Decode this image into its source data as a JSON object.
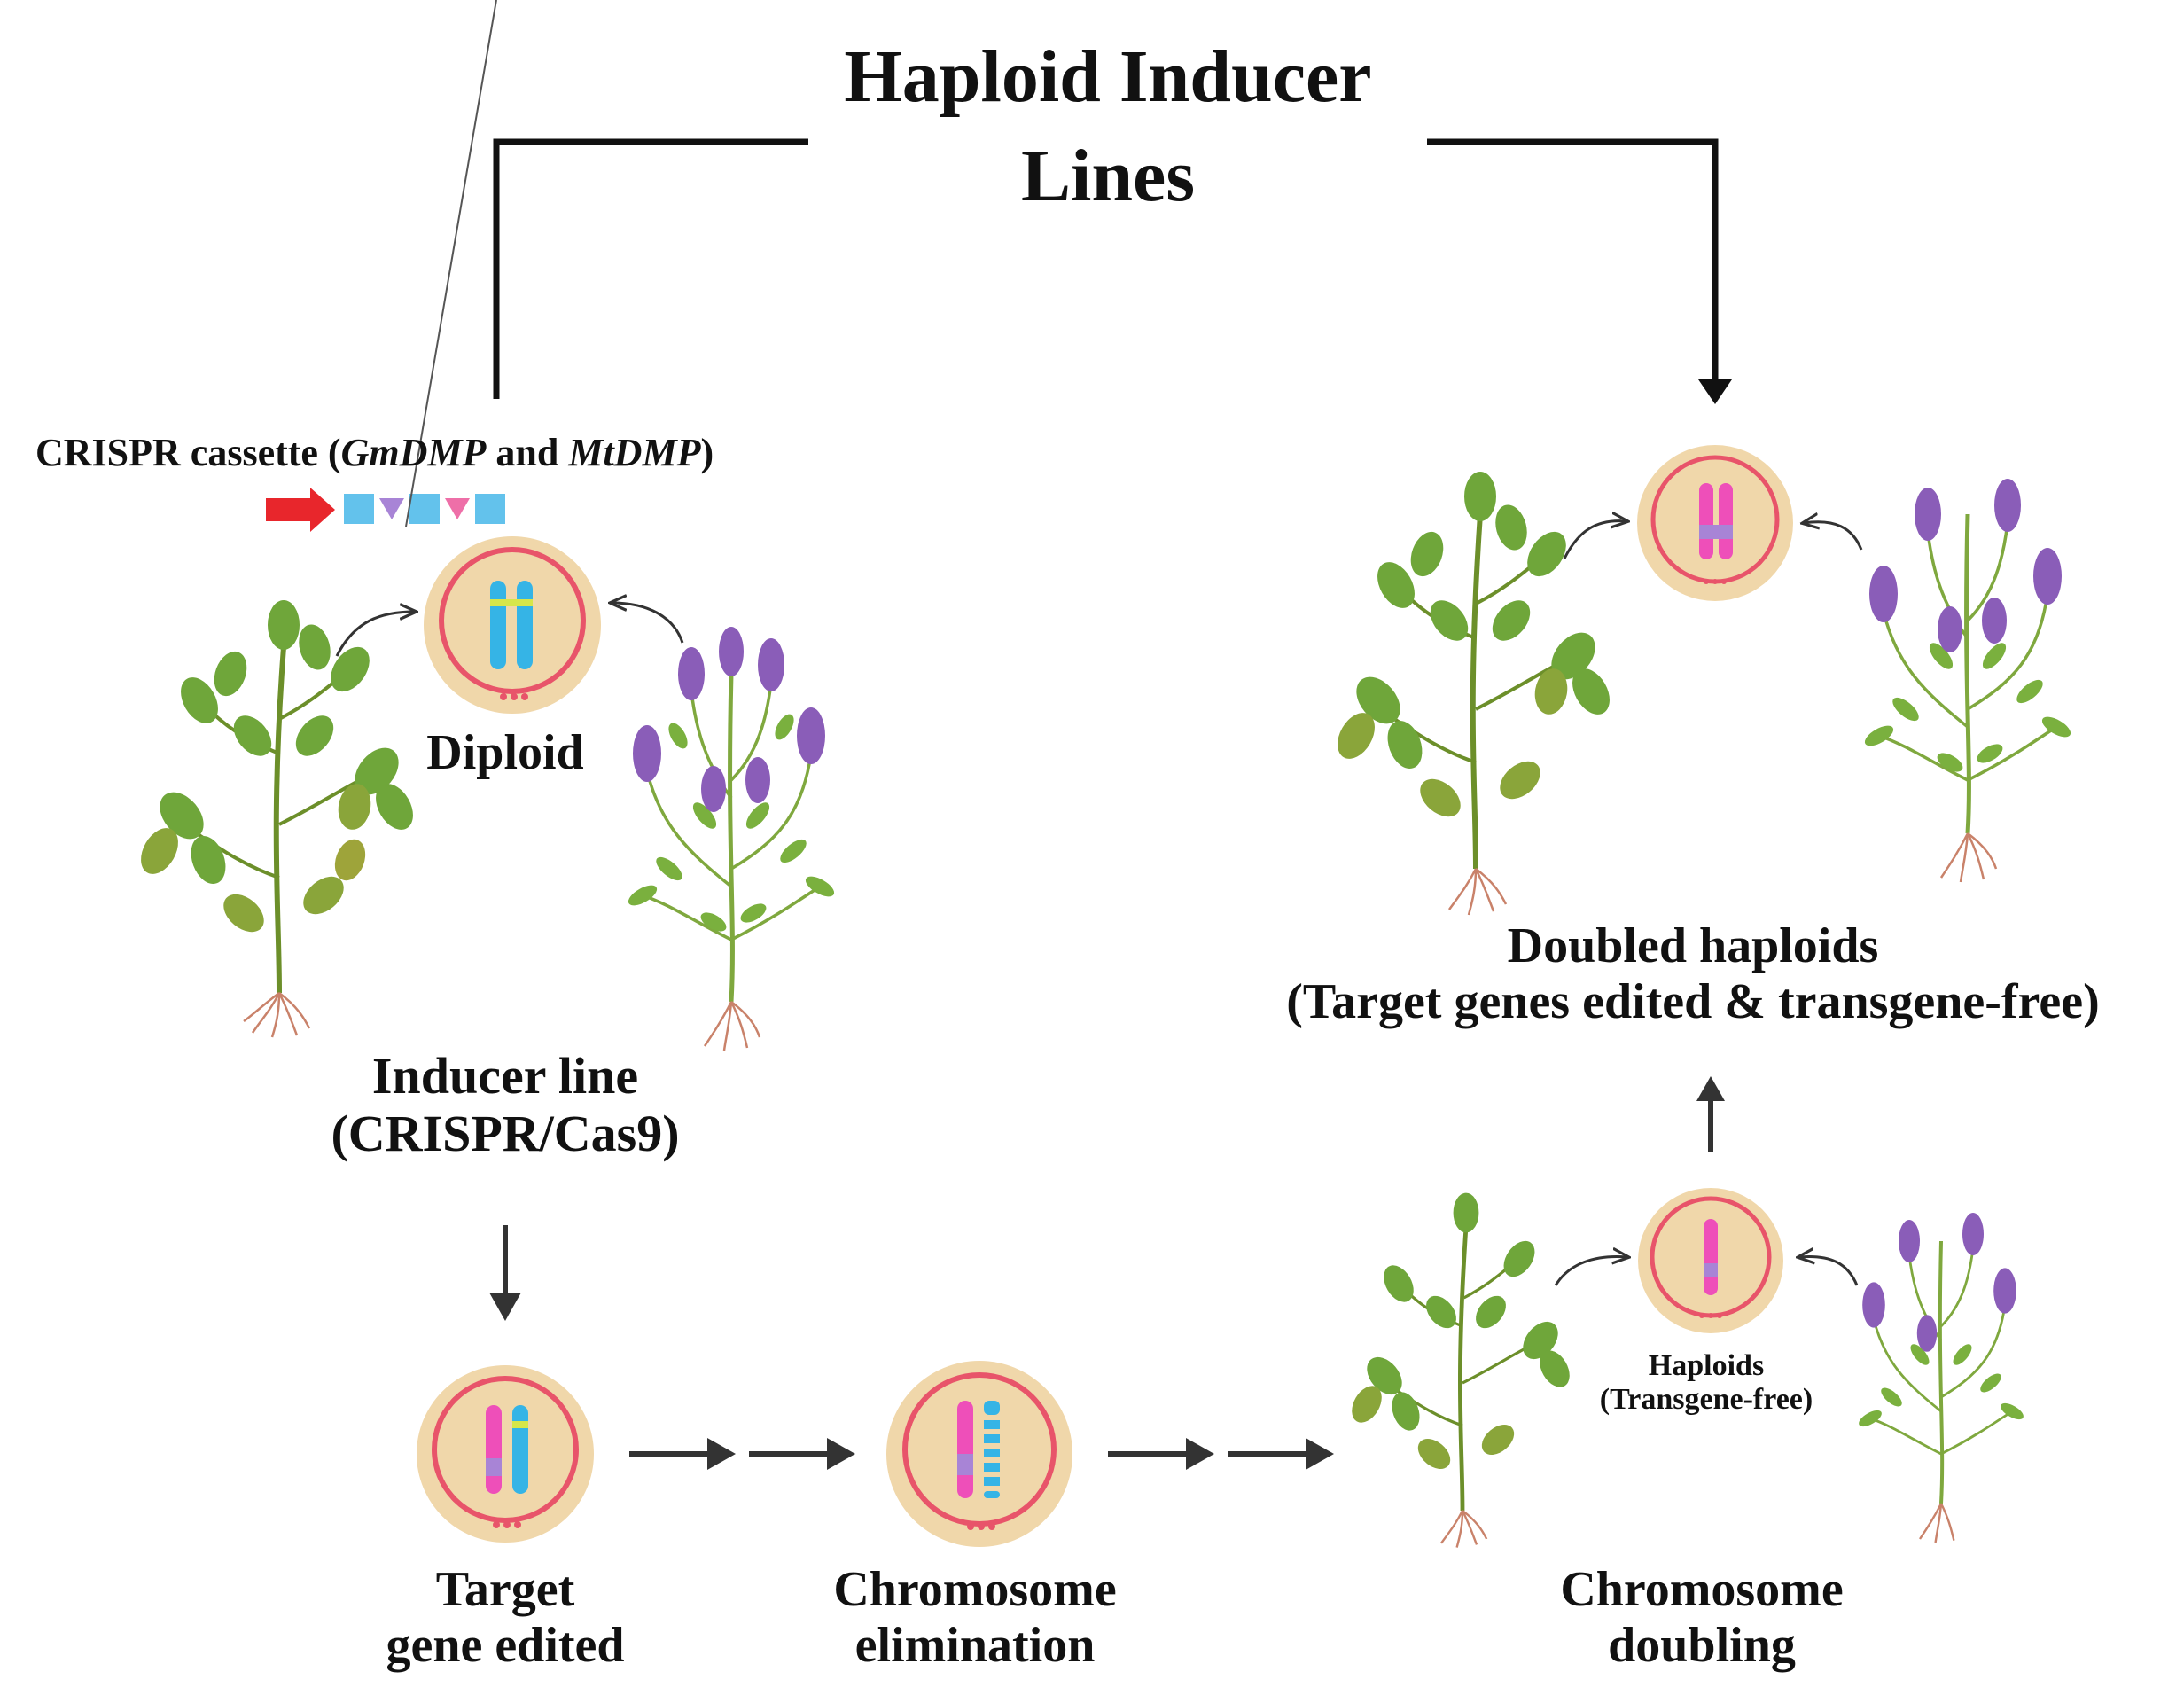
{
  "title": {
    "line1": "Haploid Inducer",
    "line2": "Lines"
  },
  "crispr_cassette": {
    "prefix": "CRISPR cassette (",
    "gene1": "GmDMP",
    "middle": " and ",
    "gene2": "MtDMP",
    "suffix": ")"
  },
  "diploid": "Diploid",
  "inducer_line": {
    "line1": "Inducer line",
    "line2": "(CRISPR/Cas9)"
  },
  "doubled_haploids": {
    "line1": "Doubled haploids",
    "line2": "(Target genes edited & transgene-free)"
  },
  "haploids": {
    "line1": "Haploids",
    "line2": "(Transgene-free)"
  },
  "steps": {
    "target_gene": {
      "line1": "Target",
      "line2": "gene edited"
    },
    "chromosome_elimination": {
      "line1": "Chromosome",
      "line2": "elimination"
    },
    "chromosome_doubling": {
      "line1": "Chromosome",
      "line2": "doubling"
    }
  },
  "colors": {
    "cell_fill": "#f0d7aa",
    "cell_ring": "#e8546a",
    "chromosome_blue": "#35b4e6",
    "chromosome_pink": "#ee4fb9",
    "chromosome_purple": "#a884d6",
    "leaf_green": "#6ea33a",
    "flower_purple": "#8a5db8",
    "root": "#c9826a",
    "promoter_arrow": "#e8262c",
    "cassette_box": "#63c2ec",
    "arrow": "#333333"
  }
}
